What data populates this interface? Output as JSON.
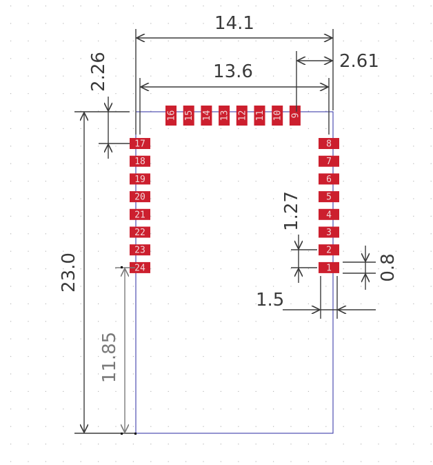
{
  "colors": {
    "outline": "#2a2aa0",
    "pad": "#cc1f2e",
    "pad_label": "#f2d6d9",
    "dimension": "#3a3a3a",
    "dimension_secondary": "#7a7a7a",
    "grid_dot": "#b8b8b8"
  },
  "dimensions": {
    "overall_width": "14.1",
    "pad_span_width": "13.6",
    "edge_offset": "2.61",
    "top_offset": "2.26",
    "overall_height": "23.0",
    "half_height": "11.85",
    "pad_pitch": "1.27",
    "pad_length": "1.5",
    "pad_width": "0.8"
  },
  "pads": {
    "top": [
      "16",
      "15",
      "14",
      "13",
      "12",
      "11",
      "10",
      "9"
    ],
    "left": [
      "17",
      "18",
      "19",
      "20",
      "21",
      "22",
      "23",
      "24"
    ],
    "right": [
      "8",
      "7",
      "6",
      "5",
      "4",
      "3",
      "2",
      "1"
    ]
  }
}
